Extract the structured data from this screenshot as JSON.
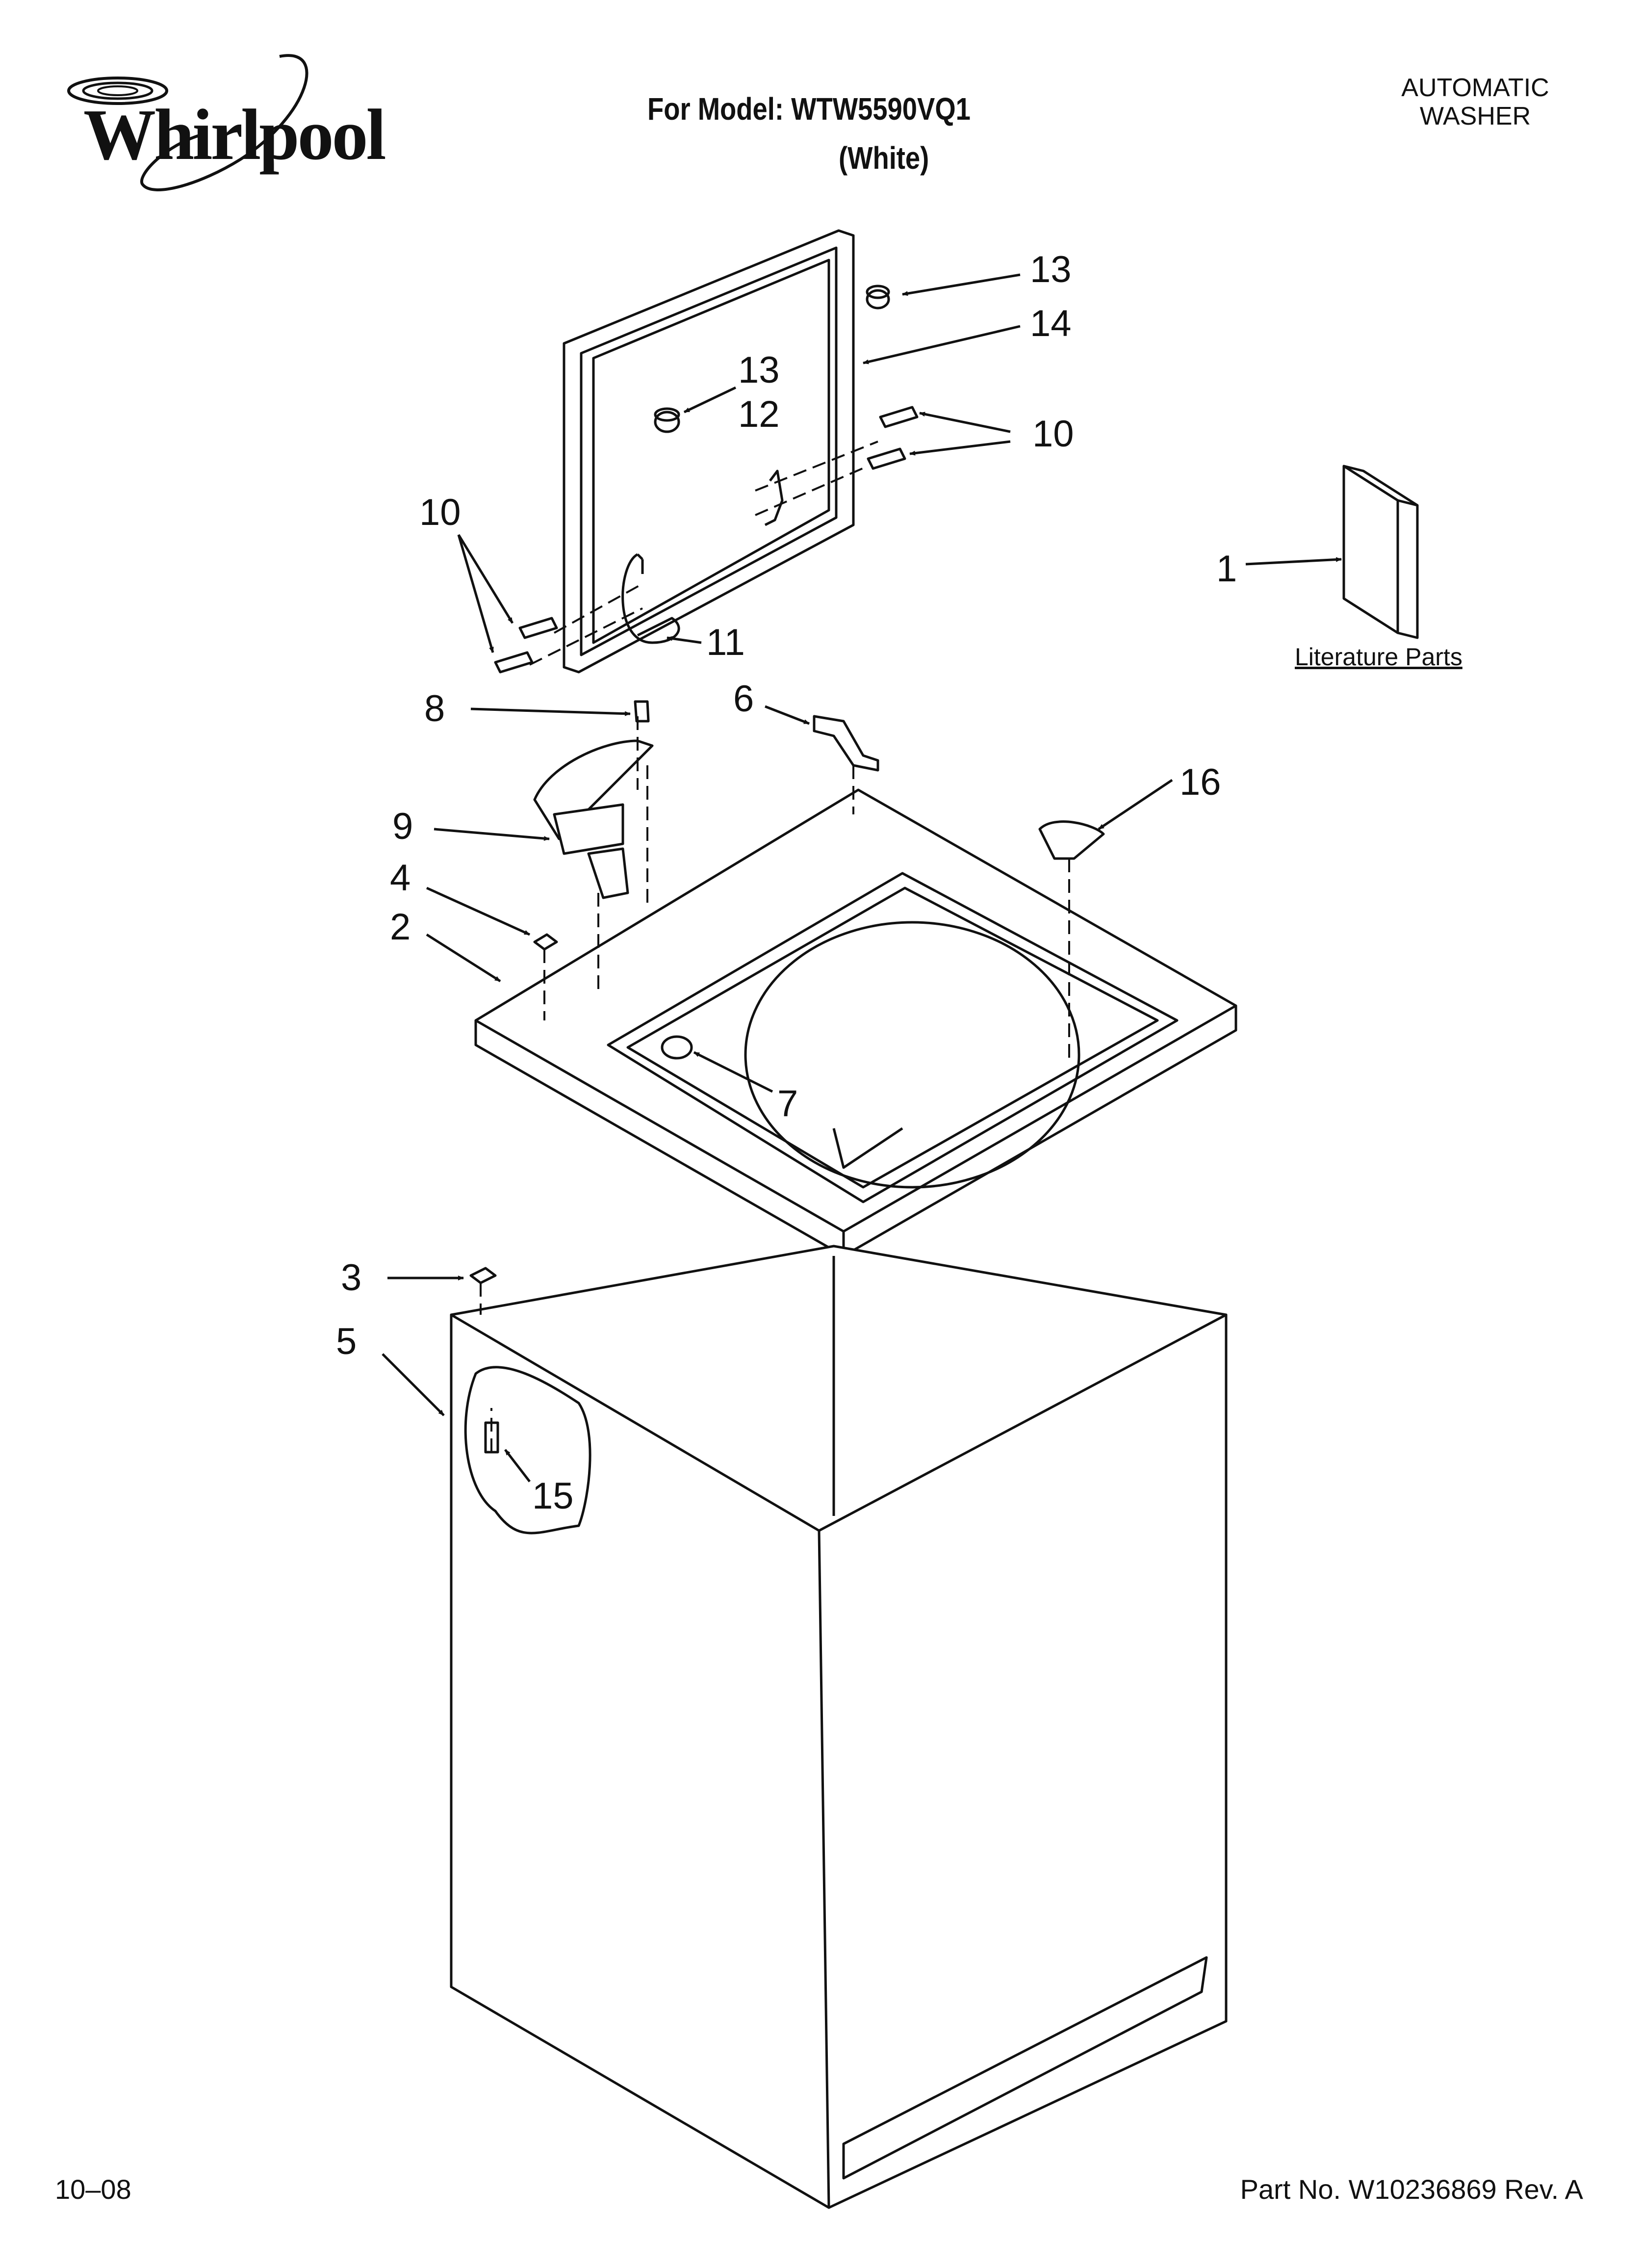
{
  "header": {
    "brand": "Whirlpool",
    "model_line": "For Model: WTW5590VQ1",
    "color_line": "(White)",
    "product_type_line1": "AUTOMATIC",
    "product_type_line2": "WASHER"
  },
  "literature_label": "Literature Parts",
  "callouts": [
    "13",
    "14",
    "13",
    "12",
    "10",
    "10",
    "1",
    "11",
    "8",
    "6",
    "16",
    "9",
    "4",
    "2",
    "7",
    "3",
    "5",
    "15"
  ],
  "footer": {
    "date": "10–08",
    "part_number": "Part No. W10236869 Rev. A"
  }
}
